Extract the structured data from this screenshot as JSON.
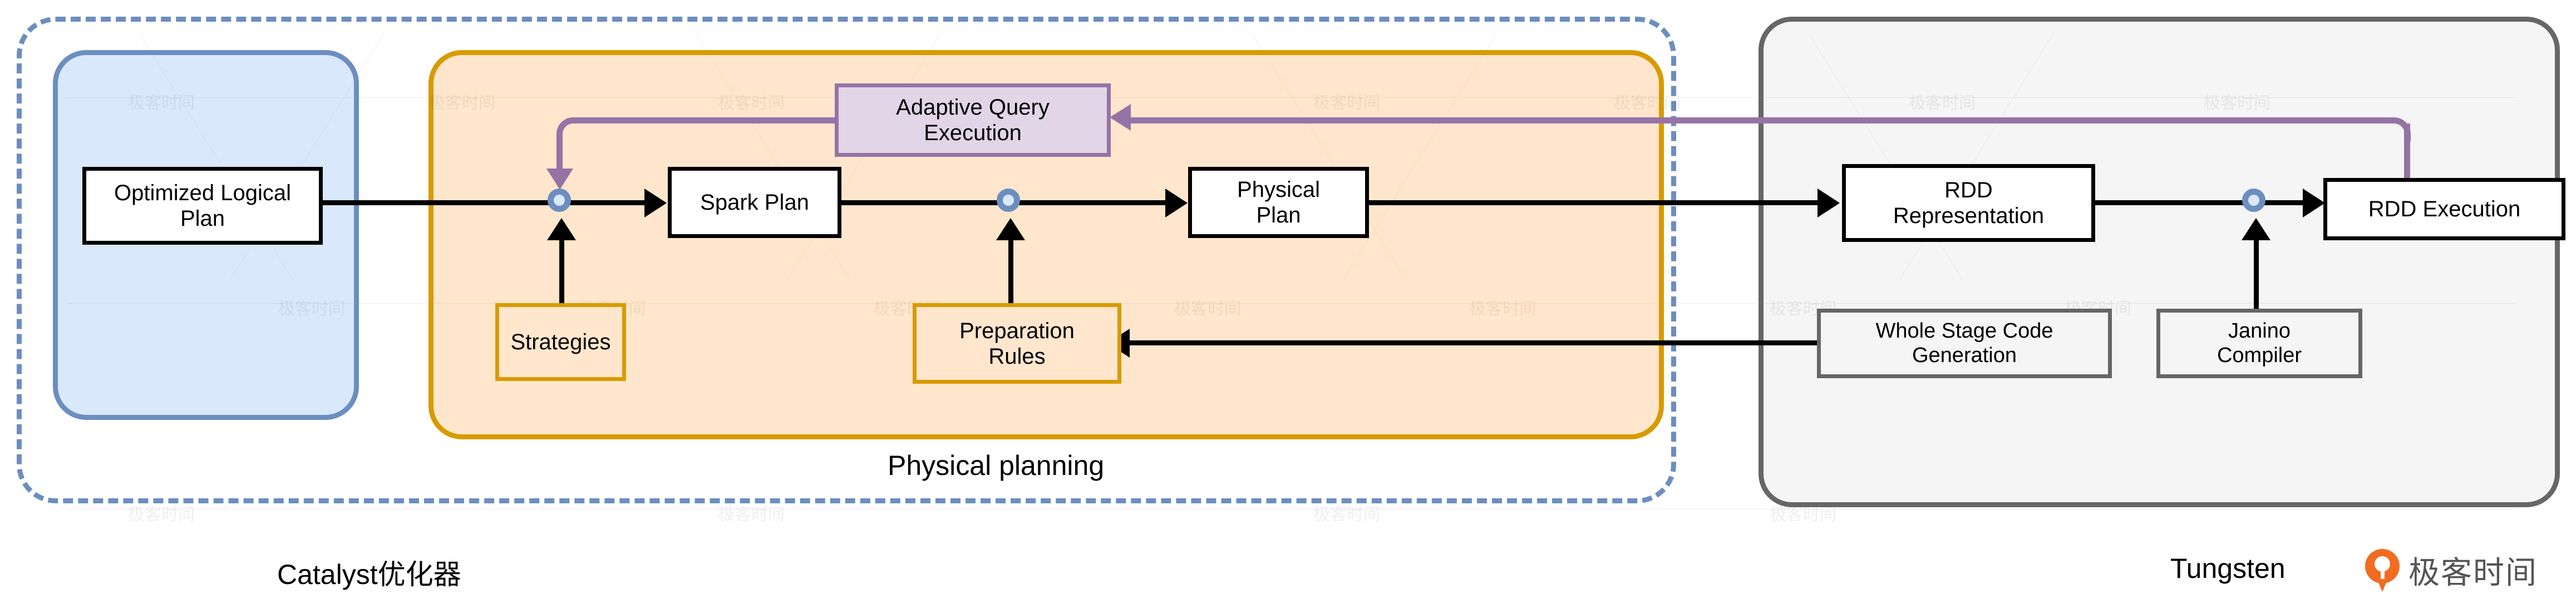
{
  "diagram": {
    "title": "Spark SQL Catalyst and Tungsten execution flow",
    "containers": [
      {
        "id": "catalyst",
        "label": "Catalyst优化器",
        "style": "dashed-blue"
      },
      {
        "id": "logical",
        "label": "",
        "style": "solid-blue"
      },
      {
        "id": "physical_planning",
        "label": "Physical planning",
        "style": "solid-orange"
      },
      {
        "id": "tungsten",
        "label": "Tungsten",
        "style": "solid-gray"
      }
    ],
    "nodes": {
      "optimized_logical_plan": "Optimized Logical\nPlan",
      "optimized_logical_plan_line1": "Optimized Logical",
      "optimized_logical_plan_line2": "Plan",
      "adaptive_query_execution_line1": "Adaptive Query",
      "adaptive_query_execution_line2": "Execution",
      "spark_plan": "Spark Plan",
      "physical_plan_line1": "Physical",
      "physical_plan_line2": "Plan",
      "strategies": "Strategies",
      "preparation_rules_line1": "Preparation",
      "preparation_rules_line2": "Rules",
      "rdd_representation_line1": "RDD",
      "rdd_representation_line2": "Representation",
      "rdd_execution": "RDD Execution",
      "whole_stage_code_generation_line1": "Whole Stage Code",
      "whole_stage_code_generation_line2": "Generation",
      "janino_compiler_line1": "Janino",
      "janino_compiler_line2": "Compiler"
    },
    "captions": {
      "physical_planning": "Physical planning",
      "catalyst": "Catalyst优化器",
      "tungsten": "Tungsten"
    },
    "watermark": {
      "brand": "极客时间",
      "logo_text": "极客时间"
    },
    "colors": {
      "blue_fill": "#dae8fc",
      "blue_stroke": "#6c8ebf",
      "orange_fill": "#ffe6cc",
      "orange_stroke": "#d79b00",
      "purple_fill": "#e1d5e7",
      "purple_stroke": "#9673a6",
      "gray_fill": "#f5f5f5",
      "gray_stroke": "#666666",
      "edge": "#000000",
      "brand_orange": "#f06c21"
    }
  }
}
